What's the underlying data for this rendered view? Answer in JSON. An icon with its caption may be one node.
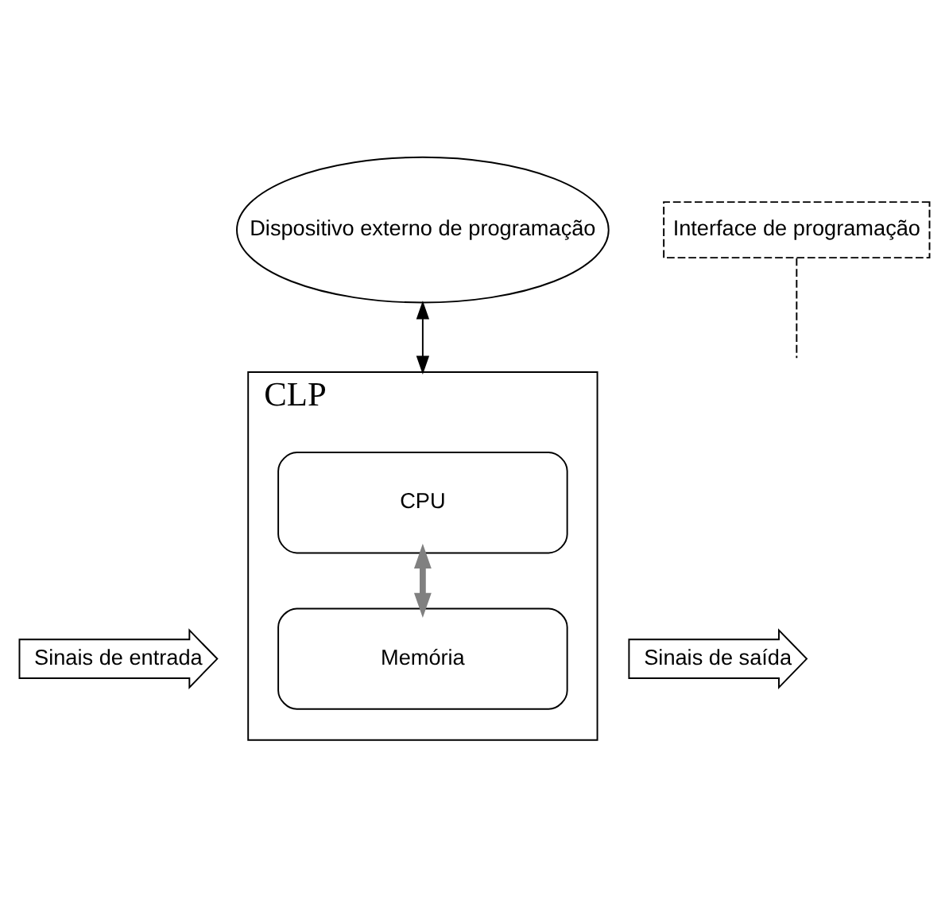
{
  "diagram": {
    "nodes": [
      {
        "text": [
          "Dispositivo externo de programação"
        ]
      },
      {
        "text": [
          "Interface de programação"
        ]
      },
      {
        "text": [
          "CLP"
        ]
      },
      {
        "text": [
          "CPU"
        ],
        "in": 2
      },
      {
        "text": [
          "Memória"
        ],
        "in": 2
      },
      {
        "text": [
          "Sinais de entrada"
        ]
      },
      {
        "text": [
          "Sinais de saída"
        ]
      }
    ],
    "edges": [
      {
        "from": 0,
        "to": 2,
        "arrow": "both"
      },
      {
        "from": 1,
        "to": null,
        "arrow": "none",
        "style": "dashed"
      },
      {
        "from": 3,
        "to": 4,
        "arrow": "both",
        "style": "thick",
        "color": "#808080"
      }
    ]
  }
}
